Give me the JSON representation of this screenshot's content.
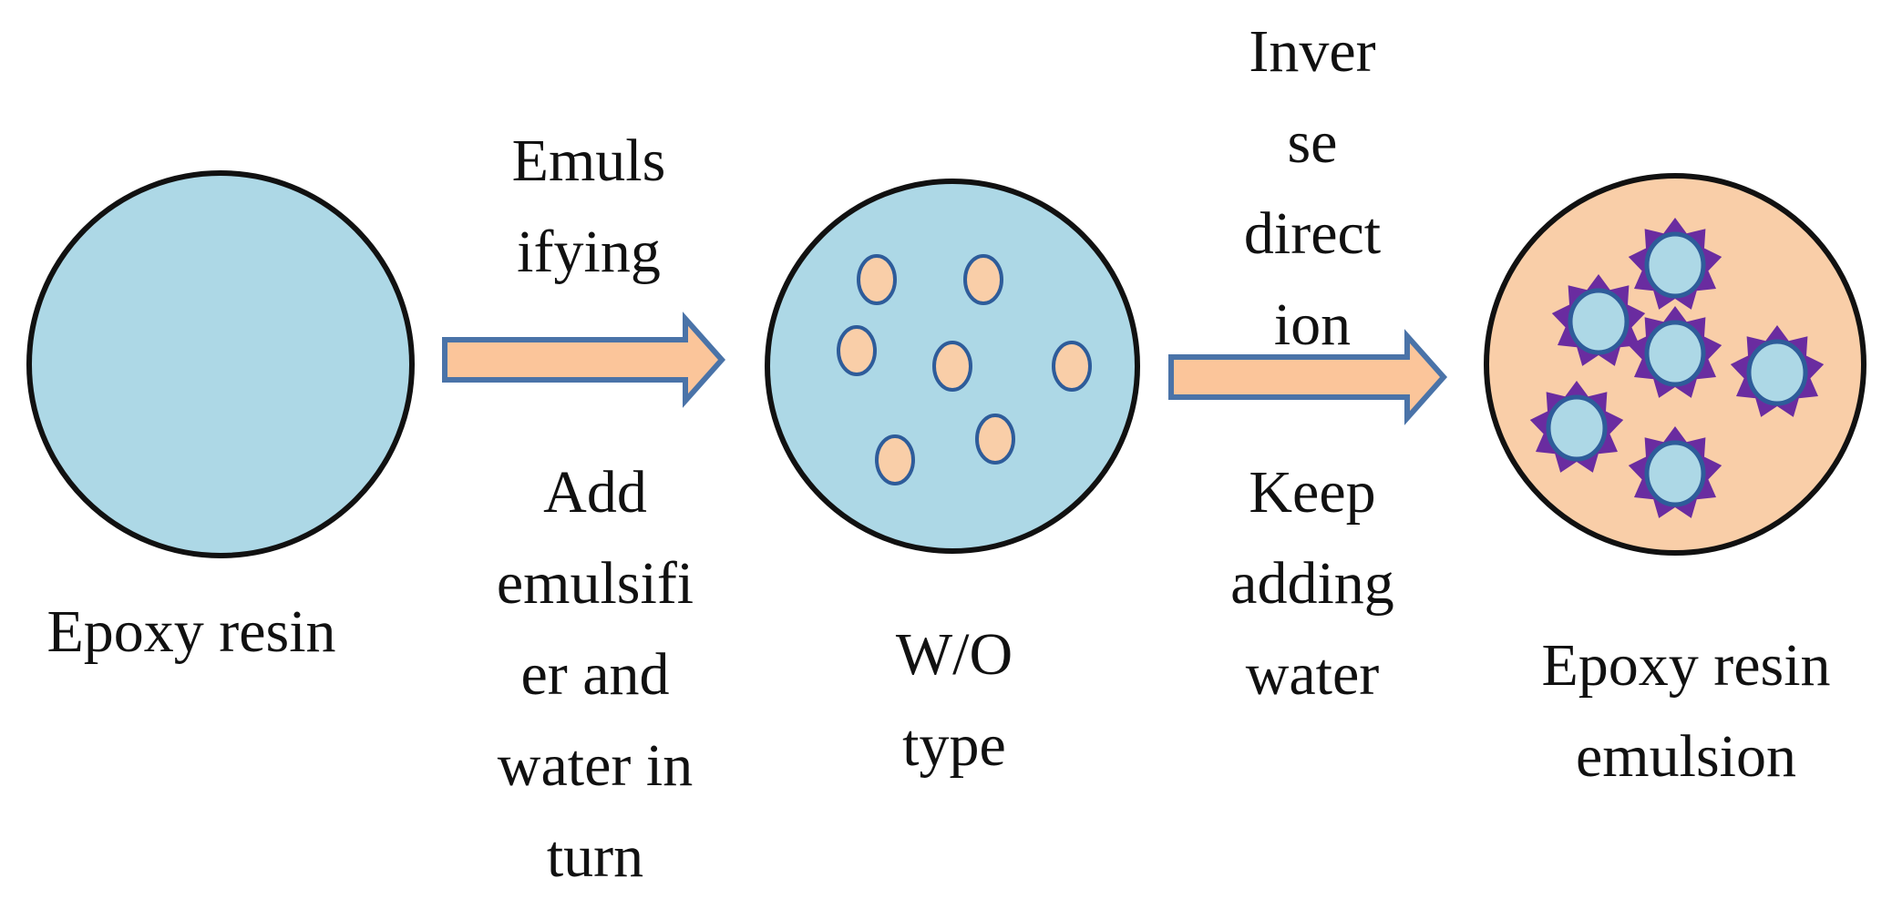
{
  "colors": {
    "resin": "#add8e6",
    "water": "#f9cea8",
    "droplet_edge": "#2e5c9a",
    "emulsifier": "#6a2ca0",
    "arrow_fill": "#fbc59a",
    "arrow_edge": "#4a73a8",
    "outline": "#111111"
  },
  "stages": {
    "resin": {
      "label": "Epoxy resin"
    },
    "wo": {
      "label_lines": [
        "W/O",
        "type"
      ]
    },
    "emulsion": {
      "label_lines": [
        "Epoxy resin",
        "emulsion"
      ]
    }
  },
  "steps": {
    "emulsifying": {
      "top_lines": [
        "Emuls",
        "ifying"
      ],
      "bottom_lines": [
        "Add",
        "emulsifi",
        "er and",
        "water in",
        "turn"
      ]
    },
    "inversion": {
      "top_lines": [
        "Inver",
        "se",
        "direct",
        "ion"
      ],
      "bottom_lines": [
        "Keep",
        "adding",
        "water"
      ]
    }
  }
}
